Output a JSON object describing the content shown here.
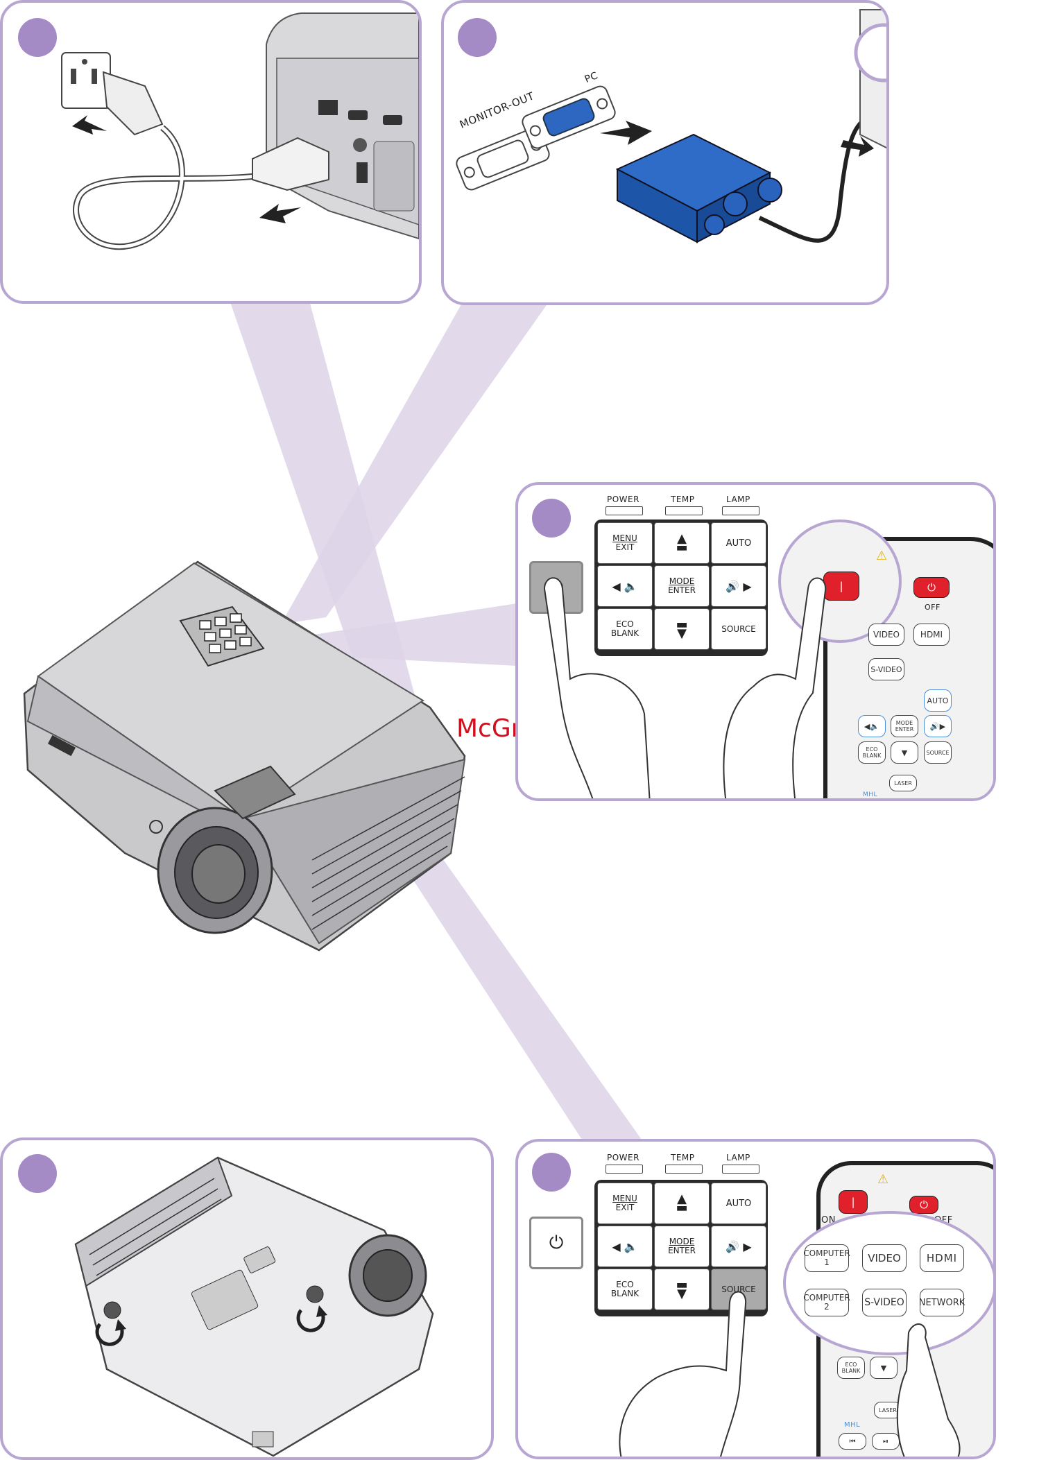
{
  "watermark": "McGrp.Ru",
  "panel1": {
    "step": ""
  },
  "panel2": {
    "monitor_out_label": "MONITOR-OUT",
    "pc_label": "PC"
  },
  "keypad": {
    "leds": [
      "POWER",
      "TEMP",
      "LAMP"
    ],
    "menu_exit": [
      "MENU",
      "EXIT"
    ],
    "auto": "AUTO",
    "mode_enter": [
      "MODE",
      "ENTER"
    ],
    "eco_blank": [
      "ECO",
      "BLANK"
    ],
    "source": "SOURCE"
  },
  "remote3": {
    "off": "OFF",
    "video": "VIDEO",
    "hdmi": "HDMI",
    "svideo": "S-VIDEO",
    "auto": "AUTO",
    "mode_enter": [
      "MODE",
      "ENTER"
    ],
    "eco_blank": [
      "ECO",
      "BLANK"
    ],
    "source": "SOURCE",
    "laser": "LASER",
    "mhl": "MHL"
  },
  "remote5": {
    "on": "ON",
    "off": "OFF",
    "computer1": [
      "COMPUTER",
      "1"
    ],
    "video": "VIDEO",
    "hdmi": "HDMI",
    "computer2": [
      "COMPUTER",
      "2"
    ],
    "svideo": "S-VIDEO",
    "network": "NETWORK",
    "eco_blank": [
      "ECO",
      "BLANK"
    ],
    "laser": "LASER",
    "mhl": "MHL"
  },
  "colors": {
    "accent": "#a48bc6",
    "border": "#b7a6d2",
    "beam": "#ddd4e8",
    "power_red": "#e0202a",
    "vga_blue": "#1d55a8"
  },
  "icons": [
    "power-icon",
    "arrow-icon",
    "laser-icon"
  ]
}
